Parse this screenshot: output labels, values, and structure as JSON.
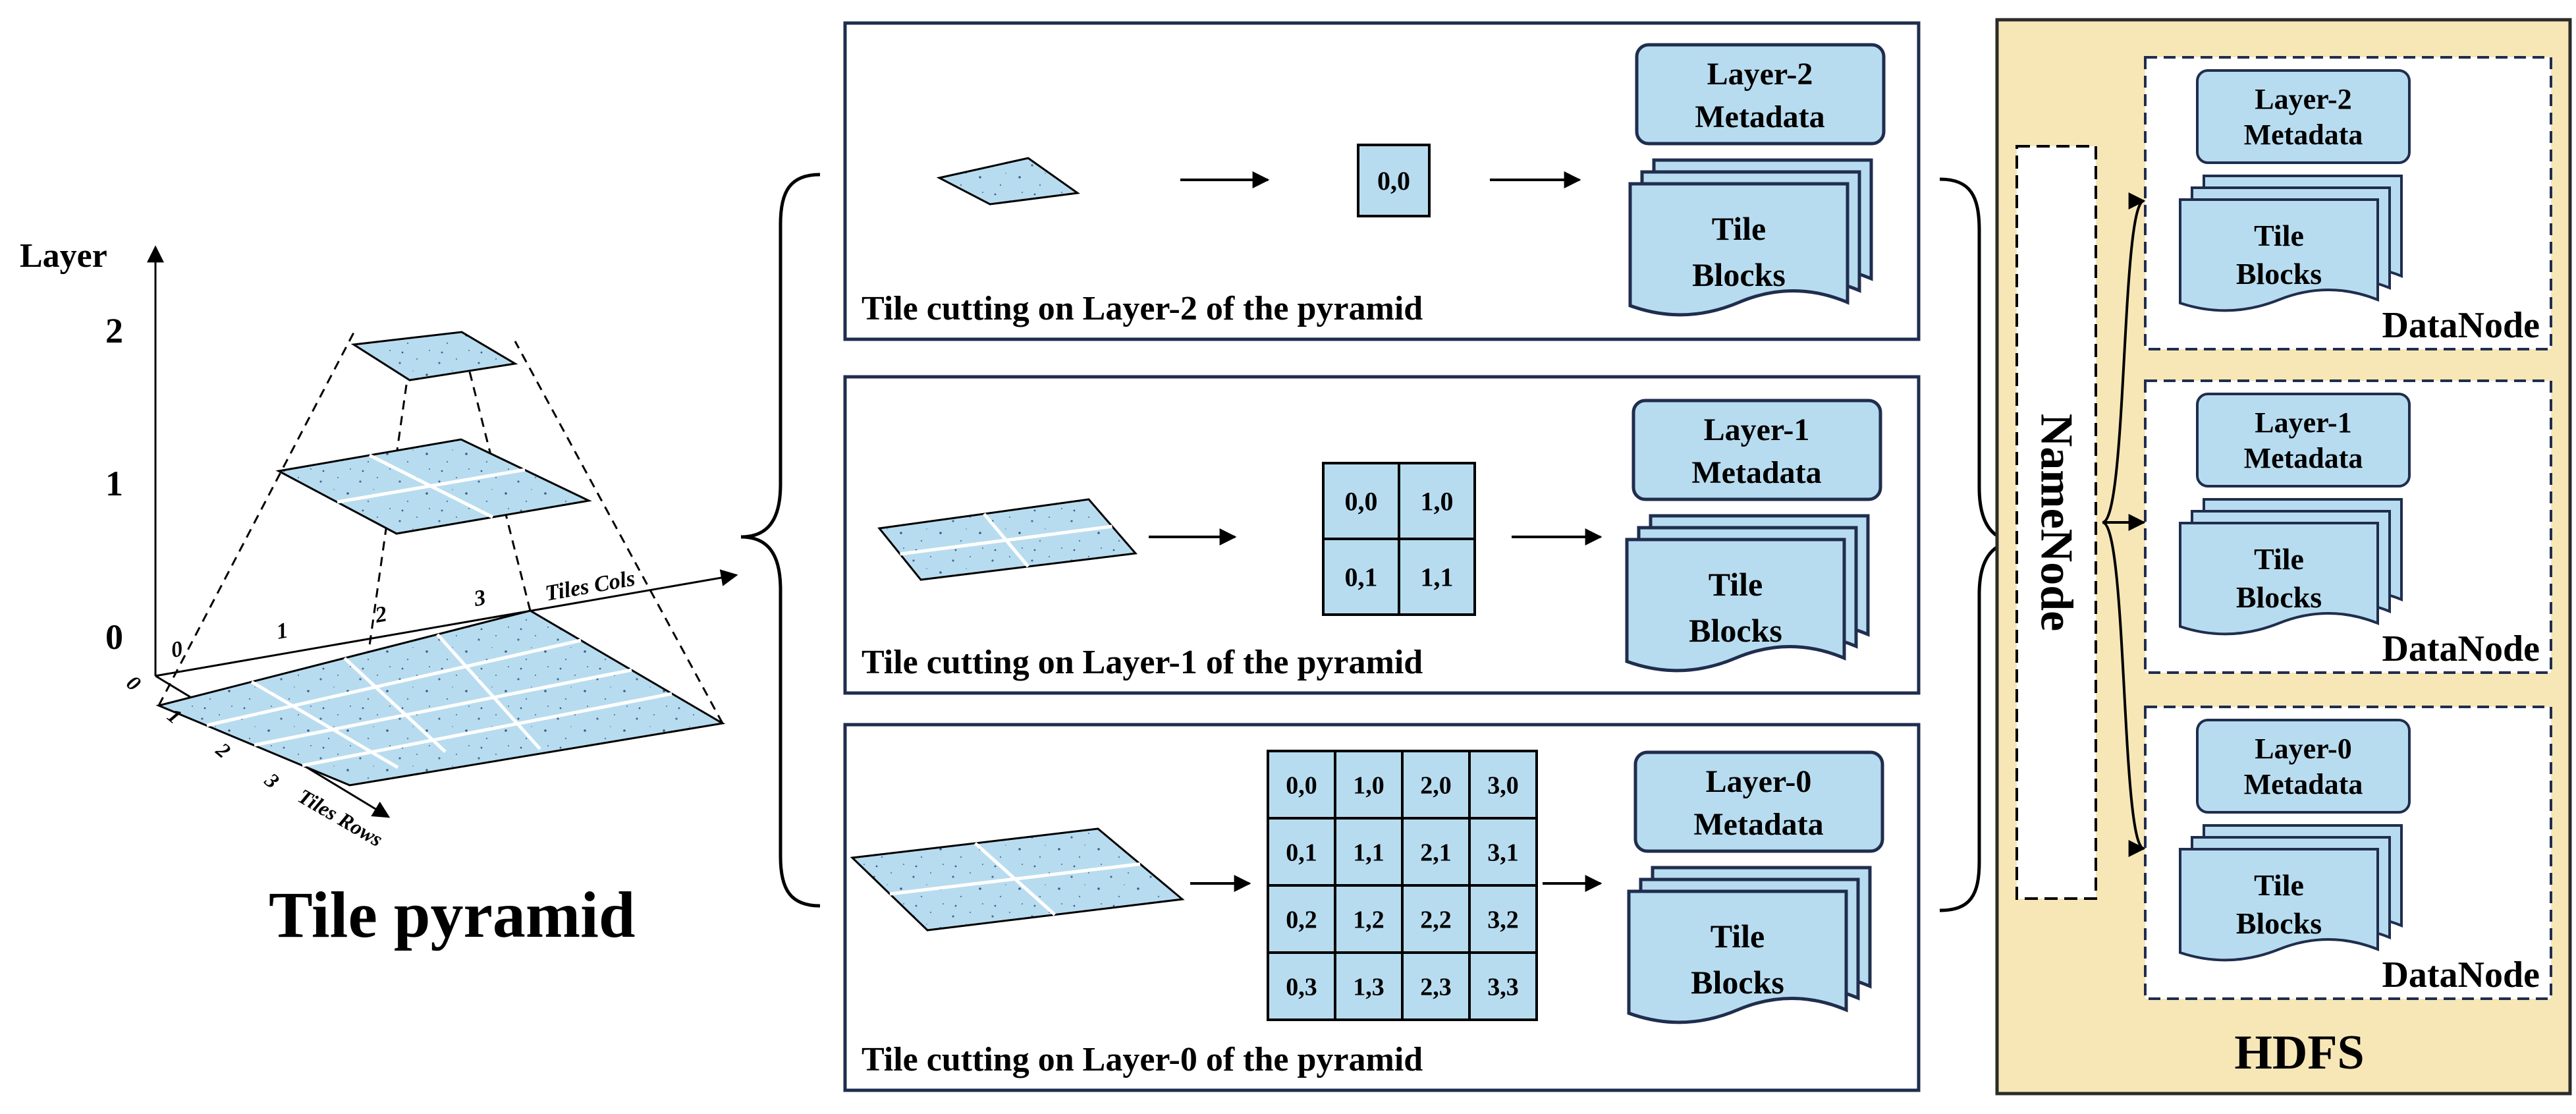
{
  "pyramid": {
    "title": "Tile pyramid",
    "axis_layer_label": "Layer",
    "axis_cols_label": "Tiles Cols",
    "axis_rows_label": "Tiles Rows",
    "layer_ticks": [
      "0",
      "1",
      "2"
    ],
    "col_ticks": [
      "0",
      "1",
      "2",
      "3"
    ],
    "row_ticks": [
      "0",
      "1",
      "2",
      "3"
    ]
  },
  "layers": [
    {
      "caption": "Tile cutting on Layer-2 of the pyramid",
      "metadata_line1": "Layer-2",
      "metadata_line2": "Metadata",
      "blocks_line1": "Tile",
      "blocks_line2": "Blocks",
      "grid": [
        [
          "0,0"
        ]
      ]
    },
    {
      "caption": "Tile cutting on Layer-1 of the pyramid",
      "metadata_line1": "Layer-1",
      "metadata_line2": "Metadata",
      "blocks_line1": "Tile",
      "blocks_line2": "Blocks",
      "grid": [
        [
          "0,0",
          "1,0"
        ],
        [
          "0,1",
          "1,1"
        ]
      ]
    },
    {
      "caption": "Tile cutting on Layer-0 of the pyramid",
      "metadata_line1": "Layer-0",
      "metadata_line2": "Metadata",
      "blocks_line1": "Tile",
      "blocks_line2": "Blocks",
      "grid": [
        [
          "0,0",
          "1,0",
          "2,0",
          "3,0"
        ],
        [
          "0,1",
          "1,1",
          "2,1",
          "3,1"
        ],
        [
          "0,2",
          "1,2",
          "2,2",
          "3,2"
        ],
        [
          "0,3",
          "1,3",
          "2,3",
          "3,3"
        ]
      ]
    }
  ],
  "hdfs": {
    "title": "HDFS",
    "namenode": "NameNode",
    "datanodes": [
      {
        "label": "DataNode",
        "metadata_line1": "Layer-2",
        "metadata_line2": "Metadata",
        "blocks_line1": "Tile",
        "blocks_line2": "Blocks"
      },
      {
        "label": "DataNode",
        "metadata_line1": "Layer-1",
        "metadata_line2": "Metadata",
        "blocks_line1": "Tile",
        "blocks_line2": "Blocks"
      },
      {
        "label": "DataNode",
        "metadata_line1": "Layer-0",
        "metadata_line2": "Metadata",
        "blocks_line1": "Tile",
        "blocks_line2": "Blocks"
      }
    ]
  },
  "colors": {
    "tile_fill": "#b8dcef",
    "navy_stroke": "#1f2d4e",
    "hdfs_bg": "#f7e7b7",
    "hdfs_border": "#2b2b2b"
  }
}
